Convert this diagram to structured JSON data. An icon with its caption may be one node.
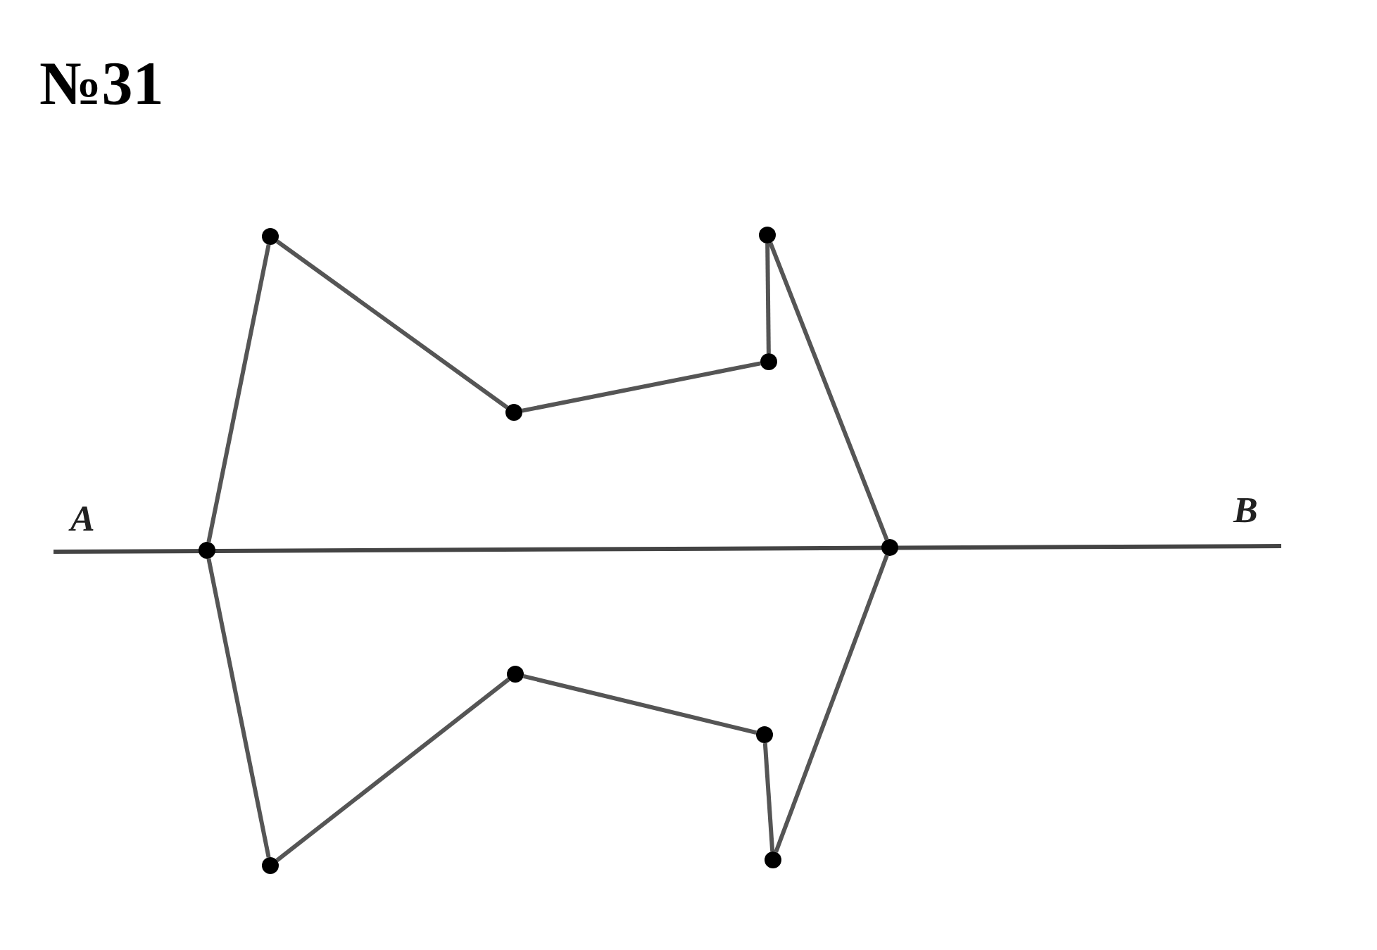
{
  "diagram": {
    "title": "№31",
    "nodes": [
      {
        "text": [],
        "shape": "circle"
      },
      {
        "text": [],
        "shape": "circle"
      },
      {
        "text": [],
        "shape": "circle"
      },
      {
        "text": [],
        "shape": "circle"
      },
      {
        "text": [],
        "shape": "circle"
      },
      {
        "text": [],
        "shape": "circle"
      },
      {
        "text": [],
        "shape": "circle"
      },
      {
        "text": [],
        "shape": "circle"
      },
      {
        "text": [],
        "shape": "circle"
      },
      {
        "text": [],
        "shape": "circle"
      }
    ],
    "edges": [
      {
        "from": 4,
        "to": 0,
        "arrow": "none"
      },
      {
        "from": 0,
        "to": 2,
        "arrow": "none"
      },
      {
        "from": 2,
        "to": 3,
        "arrow": "none"
      },
      {
        "from": 3,
        "to": 1,
        "arrow": "none"
      },
      {
        "from": 1,
        "to": 5,
        "arrow": "none"
      },
      {
        "from": 4,
        "to": 9,
        "arrow": "none"
      },
      {
        "from": 9,
        "to": 6,
        "arrow": "none"
      },
      {
        "from": 6,
        "to": 7,
        "arrow": "none"
      },
      {
        "from": 7,
        "to": 8,
        "arrow": "none"
      },
      {
        "from": 8,
        "to": 5,
        "arrow": "none"
      }
    ],
    "labels": [
      "A",
      "B"
    ]
  }
}
